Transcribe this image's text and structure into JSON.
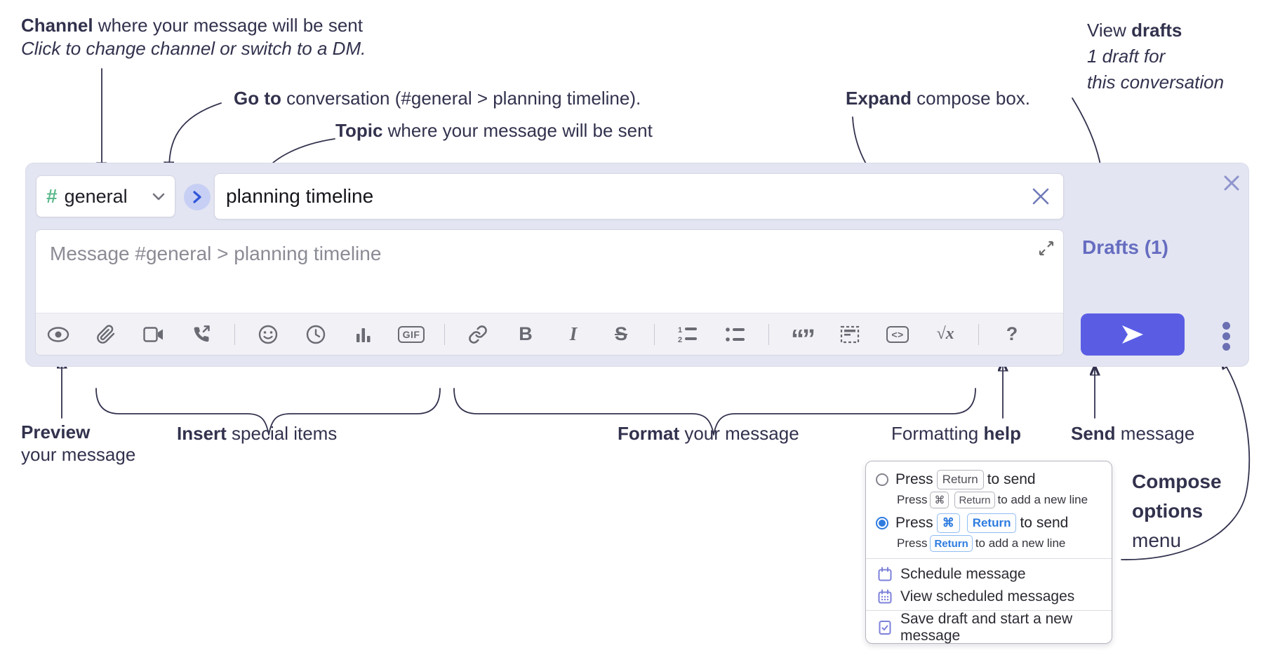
{
  "annotations": {
    "channel": {
      "bold": "Channel",
      "rest": " where your message will be sent",
      "sub": "Click to change channel or switch to a DM."
    },
    "goto": {
      "bold": "Go to",
      "rest": " conversation (#general > planning timeline)."
    },
    "topic": {
      "bold": "Topic",
      "rest": " where your message will be sent"
    },
    "expand": {
      "bold": "Expand",
      "rest": " compose box."
    },
    "view_drafts": {
      "pre": "View ",
      "bold": "drafts",
      "line2": "1 draft for",
      "line3": "this conversation"
    },
    "preview": {
      "bold": "Preview",
      "line2": "your message"
    },
    "insert": {
      "bold": "Insert",
      "rest": " special items"
    },
    "format": {
      "bold": "Format",
      "rest": " your message"
    },
    "help": {
      "pre": "Formatting ",
      "bold": "help"
    },
    "send": {
      "bold": "Send",
      "rest": " message"
    },
    "compose_options": {
      "bold1": "Compose",
      "bold2": "options",
      "line3": "menu"
    }
  },
  "compose": {
    "channel_selector": {
      "hash": "#",
      "label": "general"
    },
    "topic_input": {
      "value": "planning timeline"
    },
    "message_input": {
      "placeholder": "Message #general > planning timeline"
    },
    "drafts_link": "Drafts (1)",
    "toolbar_labels": {
      "bold": "B",
      "italic": "I",
      "strike": "S",
      "gif": "GIF",
      "code": "<>",
      "math": "√x",
      "help": "?",
      "quote": "“”",
      "ol1": "1",
      "ol2": "2"
    }
  },
  "popup": {
    "option1": {
      "press": "Press",
      "key1": "Return",
      "after": "to send",
      "sub_press": "Press",
      "sub_key1": "⌘",
      "sub_key2": "Return",
      "sub_after": "to add a new line"
    },
    "option2": {
      "press": "Press",
      "key1": "⌘",
      "key2": "Return",
      "after": "to send",
      "sub_press": "Press",
      "sub_key1": "Return",
      "sub_after": "to add a new line"
    },
    "menu": [
      {
        "label": "Schedule message"
      },
      {
        "label": "View scheduled messages"
      },
      {
        "label": "Save draft and start a new message"
      }
    ]
  },
  "colors": {
    "accent": "#5a5de4",
    "compose_bg": "#e3e5f2",
    "drafts_link": "#666dc0",
    "hash_green": "#5bb98c",
    "key_blue": "#2e7ce0",
    "annotation": "#32324e"
  }
}
